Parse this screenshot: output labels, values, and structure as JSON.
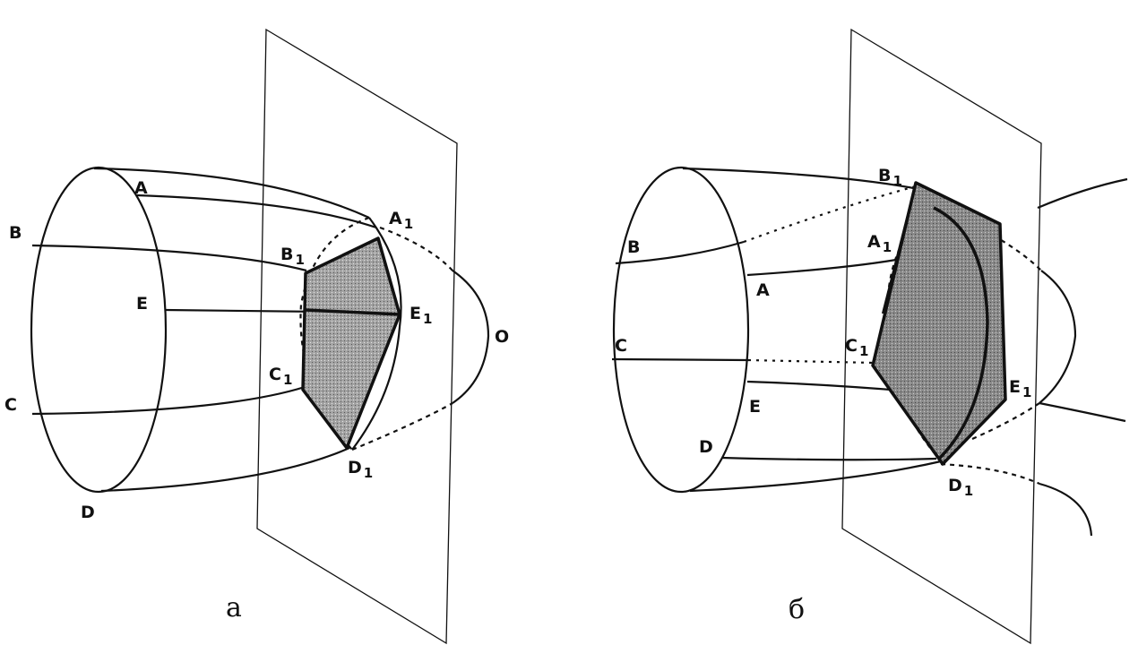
{
  "figure_a": {
    "caption": "а",
    "points": {
      "A": "A",
      "B": "B",
      "C": "C",
      "D": "D",
      "E": "E",
      "A1": "A",
      "B1": "B",
      "C1": "C",
      "D1": "D",
      "E1": "E",
      "O": "O"
    },
    "subscript": "1"
  },
  "figure_b": {
    "caption": "б",
    "points": {
      "A": "A",
      "B": "B",
      "C": "C",
      "D": "D",
      "E": "E",
      "A1": "A",
      "B1": "B",
      "C1": "C",
      "D1": "D",
      "E1": "E"
    },
    "subscript": "1"
  },
  "colors": {
    "ink": "#111111",
    "shade": "#9a9a9a",
    "shade_dark": "#7f7f7f"
  }
}
